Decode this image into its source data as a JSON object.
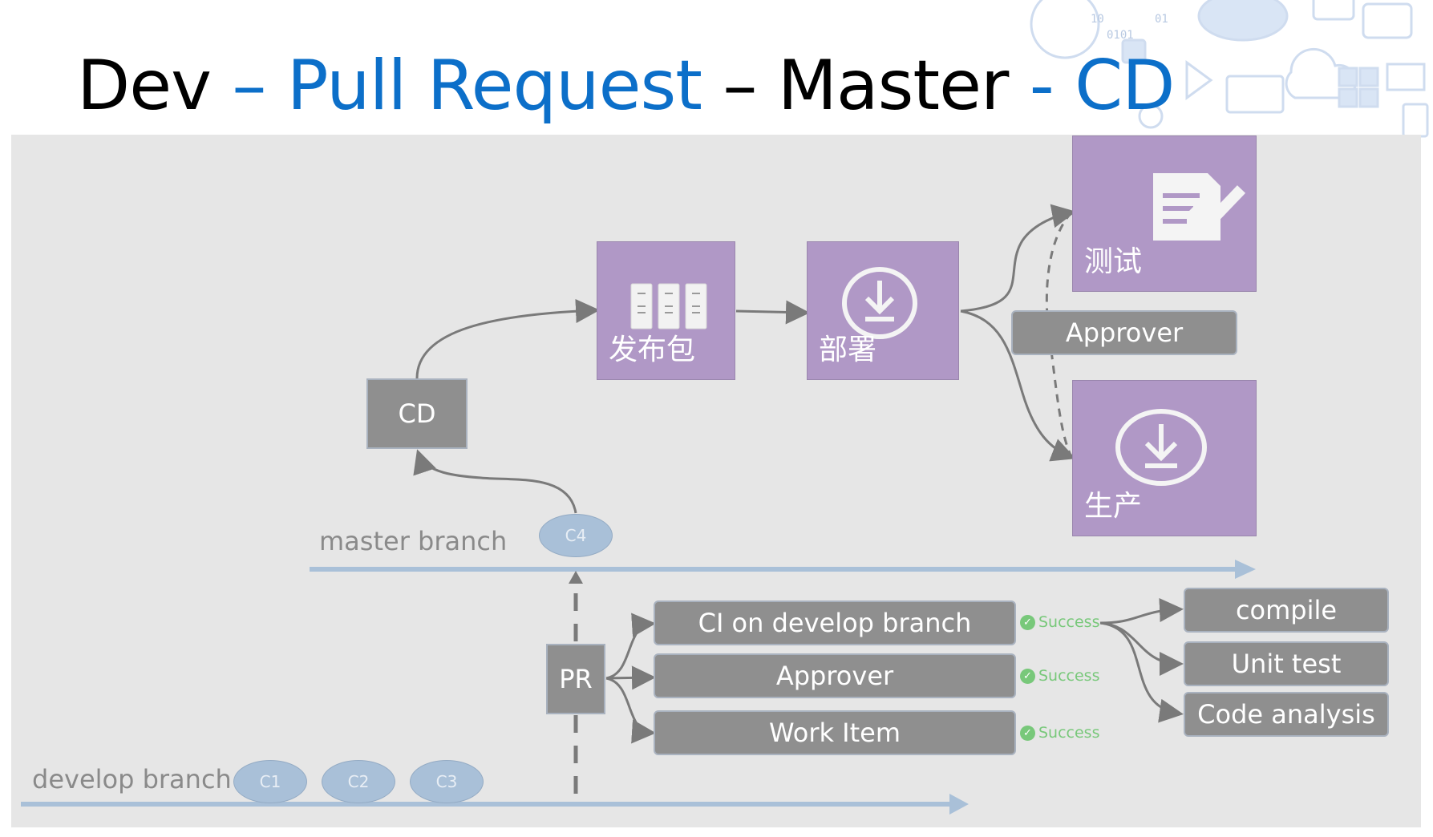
{
  "title": {
    "part1": "Dev",
    "sep1": " – ",
    "part2": "Pull Request",
    "sep2": " – ",
    "part3": "Master",
    "sep3": " - ",
    "part4": "CD"
  },
  "nodes": {
    "cd": "CD",
    "publish": "发布包",
    "deploy": "部署",
    "test": "测试",
    "approver_top": "Approver",
    "production": "生产",
    "pr": "PR",
    "ci_develop": "CI on develop branch",
    "approver": "Approver",
    "work_item": "Work Item",
    "compile": "compile",
    "unit_test": "Unit test",
    "code_analysis": "Code analysis"
  },
  "status": {
    "ci": "Success",
    "approver": "Success",
    "work_item": "Success"
  },
  "branches": {
    "master": "master branch",
    "develop": "develop branch"
  },
  "commits": {
    "c1": "C1",
    "c2": "C2",
    "c3": "C3",
    "c4": "C4"
  },
  "colors": {
    "title_blue": "#0c6fc9",
    "purple_box": "#b098c6",
    "gray_box": "#8f8f8f",
    "branch_line": "#a9c0d8",
    "success": "#78c87a"
  },
  "icons": [
    "servers-icon",
    "download-icon",
    "document-check-icon",
    "download-icon"
  ]
}
